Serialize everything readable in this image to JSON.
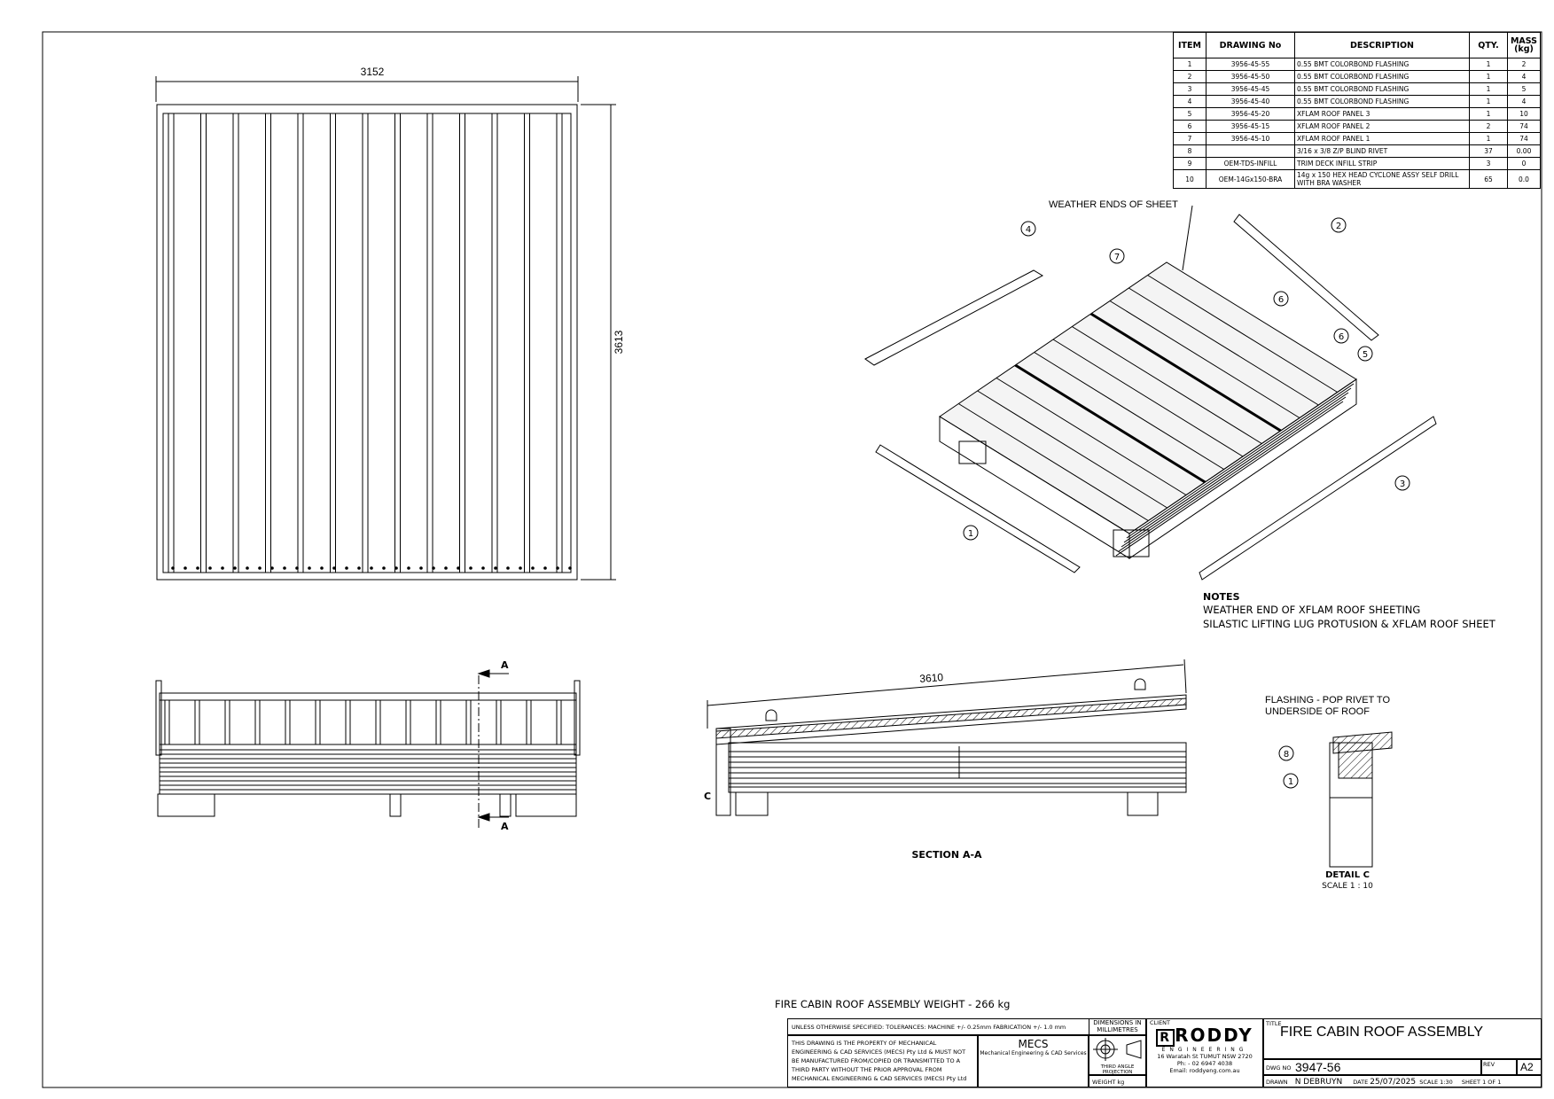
{
  "bom": {
    "headers": [
      "ITEM",
      "DRAWING No",
      "DESCRIPTION",
      "QTY.",
      "MASS (kg)"
    ],
    "rows": [
      {
        "item": "1",
        "drawing": "3956-45-55",
        "desc": "0.55 BMT COLORBOND FLASHING",
        "qty": "1",
        "mass": "2"
      },
      {
        "item": "2",
        "drawing": "3956-45-50",
        "desc": "0.55 BMT COLORBOND FLASHING",
        "qty": "1",
        "mass": "4"
      },
      {
        "item": "3",
        "drawing": "3956-45-45",
        "desc": "0.55 BMT COLORBOND FLASHING",
        "qty": "1",
        "mass": "5"
      },
      {
        "item": "4",
        "drawing": "3956-45-40",
        "desc": "0.55 BMT COLORBOND FLASHING",
        "qty": "1",
        "mass": "4"
      },
      {
        "item": "5",
        "drawing": "3956-45-20",
        "desc": "XFLAM ROOF PANEL 3",
        "qty": "1",
        "mass": "10"
      },
      {
        "item": "6",
        "drawing": "3956-45-15",
        "desc": "XFLAM ROOF PANEL 2",
        "qty": "2",
        "mass": "74"
      },
      {
        "item": "7",
        "drawing": "3956-45-10",
        "desc": "XFLAM ROOF PANEL 1",
        "qty": "1",
        "mass": "74"
      },
      {
        "item": "8",
        "drawing": "",
        "desc": "3/16 x 3/8 Z/P BLIND RIVET",
        "qty": "37",
        "mass": "0.00"
      },
      {
        "item": "9",
        "drawing": "OEM-TDS-INFILL",
        "desc": "TRIM DECK INFILL STRIP",
        "qty": "3",
        "mass": "0"
      },
      {
        "item": "10",
        "drawing": "OEM-14Gx150-BRA",
        "desc": "14g x 150 HEX HEAD CYCLONE ASSY SELF DRILL WITH BRA WASHER",
        "qty": "65",
        "mass": "0.0"
      }
    ]
  },
  "views": {
    "top": {
      "width_dim": "3152",
      "height_dim": "3613"
    },
    "front": {
      "section_label": "A"
    },
    "section": {
      "title": "SECTION A-A",
      "length_dim": "3610",
      "detail_ref": "C"
    },
    "iso": {
      "callout": "WEATHER ENDS OF SHEET",
      "balloons": [
        "4",
        "7",
        "2",
        "6",
        "6",
        "5",
        "3",
        "1"
      ]
    },
    "detail": {
      "note": "FLASHING - POP RIVET TO",
      "note2": "UNDERSIDE OF ROOF",
      "title": "DETAIL C",
      "scale": "SCALE 1 : 10",
      "balloons": [
        "8",
        "1"
      ]
    }
  },
  "notes": {
    "title": "NOTES",
    "lines": [
      "WEATHER END OF XFLAM ROOF SHEETING",
      "SILASTIC LIFTING LUG PROTUSION & XFLAM ROOF SHEET"
    ]
  },
  "weight_text": "FIRE CABIN ROOF ASSEMBLY WEIGHT -   266 kg",
  "title_block": {
    "tolerances": "UNLESS OTHERWISE SPECIFIED: TOLERANCES: MACHINE +/- 0.25mm  FABRICATION +/- 1.0 mm",
    "units_1": "DIMENSIONS IN",
    "units_2": "MILLIMETRES",
    "property": "THIS DRAWING IS THE PROPERTY OF MECHANICAL ENGINEERING & CAD SERVICES (MECS) Pty Ltd & MUST NOT BE MANUFACTURED FROM/COPIED OR TRANSMITTED TO A THIRD PARTY WITHOUT THE PRIOR APPROVAL FROM MECHANICAL ENGINEERING & CAD SERVICES (MECS) Pty Ltd",
    "mecs": "MECS",
    "mecs_sub": "Mechanical Engineering & CAD Services",
    "projection": "THIRD ANGLE PROJECTION",
    "weight_label": "WEIGHT  kg",
    "client_label": "CLIENT",
    "client_name": "RODDY",
    "client_sub": "ENGINEERING",
    "client_address": "16 Waratah St TUMUT NSW 2720",
    "client_phone": "Ph: - 02 6947 4038",
    "client_email": "Email: roddyeng.com.au",
    "title_label": "TITLE",
    "title": "FIRE CABIN ROOF ASSEMBLY",
    "dwg_label": "DWG NO",
    "dwg_no": "3947-56",
    "rev_label": "REV",
    "rev": "A2",
    "drawn_label": "DRAWN",
    "drawn": "N DEBRUYN",
    "date_label": "DATE",
    "date": "25/07/2025",
    "scale": "SCALE 1:30",
    "sheet": "SHEET 1 OF 1"
  }
}
